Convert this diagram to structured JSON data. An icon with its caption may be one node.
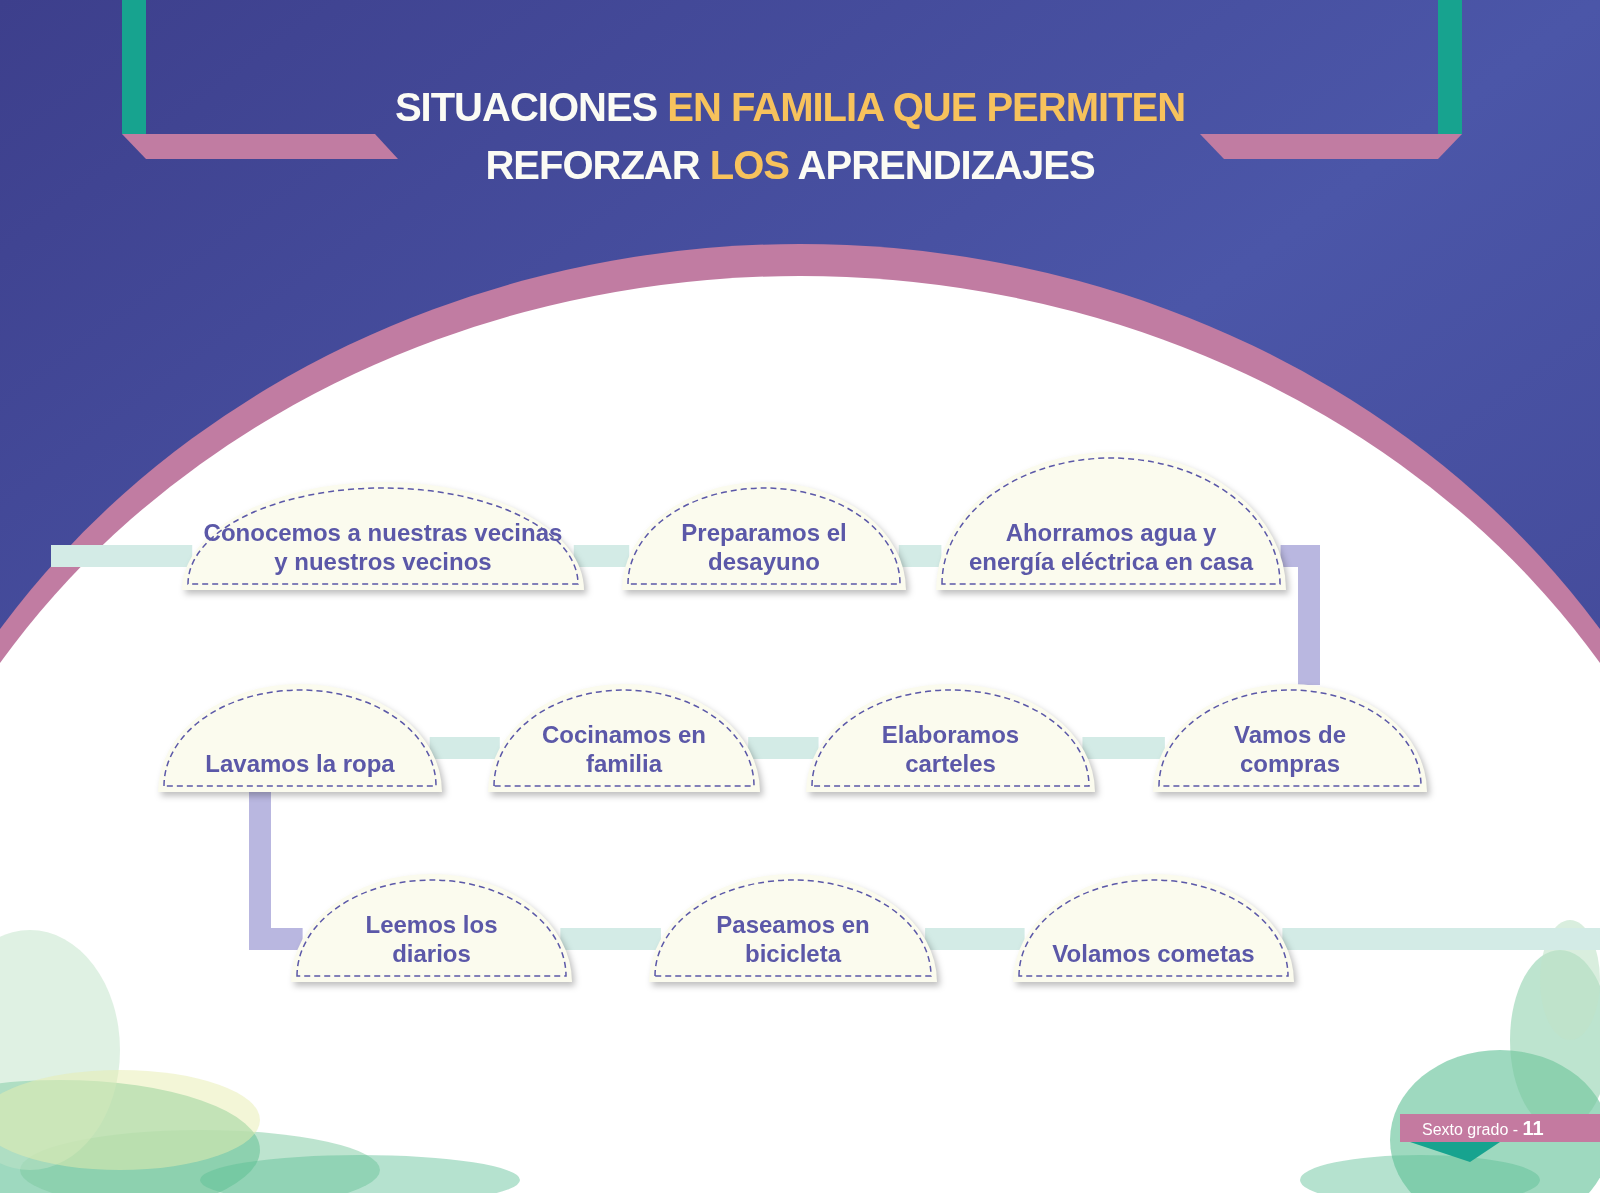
{
  "diagram": {
    "title": "SITUACIONES **EN FAMILIA QUE PERMITEN** REFORZAR **LOS** APRENDIZAJES",
    "nodes": [
      {
        "text": [
          "Conocemos a nuestras vecinas y nuestros vecinos"
        ]
      },
      {
        "text": [
          "Preparamos el desayuno"
        ]
      },
      {
        "text": [
          "Ahorramos agua y energía eléctrica en casa"
        ]
      },
      {
        "text": [
          "Lavamos la ropa"
        ]
      },
      {
        "text": [
          "Cocinamos en familia"
        ]
      },
      {
        "text": [
          "Elaboramos carteles"
        ]
      },
      {
        "text": [
          "Vamos de compras"
        ]
      },
      {
        "text": [
          "Leemos los diarios"
        ]
      },
      {
        "text": [
          "Paseamos en bicicleta"
        ]
      },
      {
        "text": [
          "Volamos cometas"
        ]
      }
    ],
    "edges": [
      {
        "from": null,
        "to": 0,
        "arrow": "none"
      },
      {
        "from": 0,
        "to": 1,
        "arrow": "none"
      },
      {
        "from": 1,
        "to": 2,
        "arrow": "none"
      },
      {
        "from": 2,
        "to": 6,
        "arrow": "none",
        "color": "#b9b7e0"
      },
      {
        "from": 6,
        "to": 5,
        "arrow": "none"
      },
      {
        "from": 5,
        "to": 4,
        "arrow": "none"
      },
      {
        "from": 4,
        "to": 3,
        "arrow": "none"
      },
      {
        "from": 3,
        "to": 7,
        "arrow": "none",
        "color": "#b9b7e0"
      },
      {
        "from": 7,
        "to": 8,
        "arrow": "none"
      },
      {
        "from": 8,
        "to": 9,
        "arrow": "none"
      },
      {
        "from": 9,
        "to": null,
        "arrow": "none"
      }
    ],
    "labels": [
      "Sexto grado - **11**"
    ]
  }
}
